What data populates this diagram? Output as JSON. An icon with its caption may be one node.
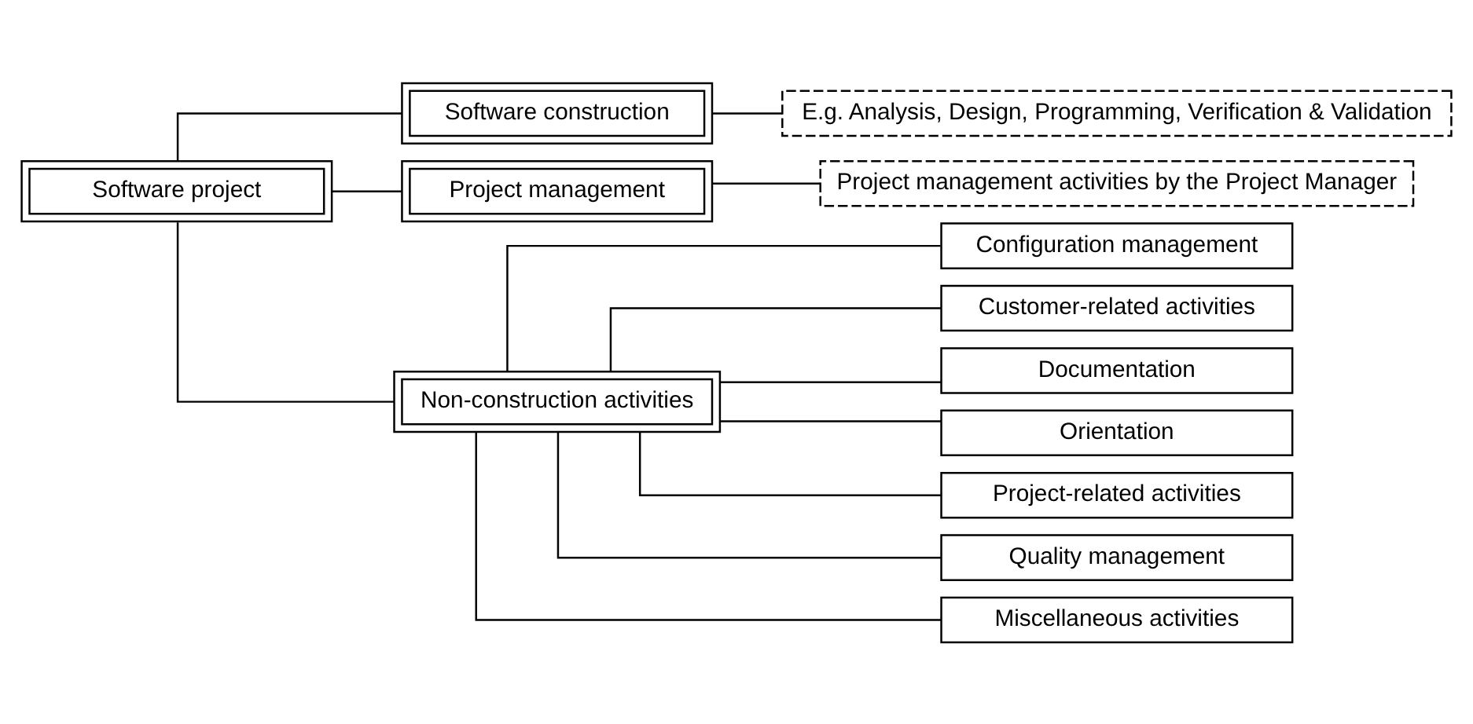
{
  "diagram": {
    "nodes": [
      {
        "text": [
          "Software project"
        ]
      },
      {
        "text": [
          "Software construction"
        ]
      },
      {
        "text": [
          "Project management"
        ]
      },
      {
        "text": [
          "Non-construction activities"
        ]
      },
      {
        "text": [
          "E.g. Analysis, Design, Programming, Verification & Validation"
        ]
      },
      {
        "text": [
          "Project management activities by the Project Manager"
        ]
      },
      {
        "text": [
          "Configuration management"
        ]
      },
      {
        "text": [
          "Customer-related activities"
        ]
      },
      {
        "text": [
          "Documentation"
        ]
      },
      {
        "text": [
          "Orientation"
        ]
      },
      {
        "text": [
          "Project-related activities"
        ]
      },
      {
        "text": [
          "Quality management"
        ]
      },
      {
        "text": [
          "Miscellaneous activities"
        ]
      }
    ],
    "edges": [
      {
        "from": 0,
        "to": 1,
        "arrow": "none"
      },
      {
        "from": 0,
        "to": 2,
        "arrow": "none"
      },
      {
        "from": 0,
        "to": 3,
        "arrow": "none"
      },
      {
        "from": 1,
        "to": 4,
        "arrow": "none"
      },
      {
        "from": 2,
        "to": 5,
        "arrow": "none"
      },
      {
        "from": 3,
        "to": 6,
        "arrow": "none"
      },
      {
        "from": 3,
        "to": 7,
        "arrow": "none"
      },
      {
        "from": 3,
        "to": 8,
        "arrow": "none"
      },
      {
        "from": 3,
        "to": 9,
        "arrow": "none"
      },
      {
        "from": 3,
        "to": 10,
        "arrow": "none"
      },
      {
        "from": 3,
        "to": 11,
        "arrow": "none"
      },
      {
        "from": 3,
        "to": 12,
        "arrow": "none"
      }
    ]
  }
}
